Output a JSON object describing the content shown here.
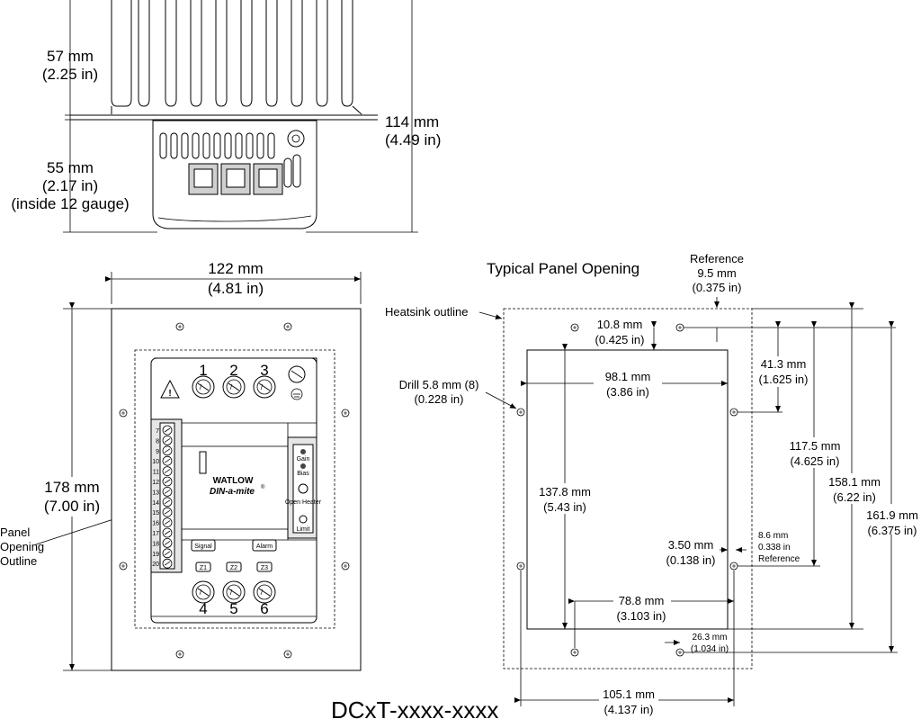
{
  "side_view": {
    "heatsink_height": [
      "57 mm",
      "(2.25 in)"
    ],
    "total_height": [
      "114 mm",
      "(4.49 in)"
    ],
    "body_height": [
      "55 mm",
      "(2.17 in)",
      "(inside 12 gauge)"
    ]
  },
  "front_view": {
    "width": [
      "122 mm",
      "(4.81 in)"
    ],
    "height": [
      "178 mm",
      "(7.00 in)"
    ],
    "panel_label": [
      "Panel",
      "Opening",
      "Outline"
    ],
    "top_terminals": [
      "1",
      "2",
      "3"
    ],
    "bottom_terminals": [
      "4",
      "5",
      "6"
    ],
    "side_terminals": [
      "7",
      "8",
      "9",
      "10",
      "11",
      "12",
      "13",
      "14",
      "15",
      "16",
      "17",
      "18",
      "19",
      "20"
    ],
    "brand": "WATLOW",
    "product": "DIN-a-mite",
    "leds": [
      "Gain",
      "Bias",
      "Open Heater",
      "Limit"
    ],
    "labels": [
      "Signal",
      "Alarm",
      "Z1",
      "Z2",
      "Z3"
    ]
  },
  "panel_opening": {
    "title": "Typical Panel Opening",
    "heatsink_label": "Heatsink outline",
    "reference": [
      "Reference",
      "9.5 mm",
      "(0.375 in)"
    ],
    "d_10_8": [
      "10.8 mm",
      "(0.425 in)"
    ],
    "d_41_3": [
      "41.3 mm",
      "(1.625 in)"
    ],
    "d_98_1": [
      "98.1 mm",
      "(3.86 in)"
    ],
    "drill": [
      "Drill 5.8 mm (8)",
      "(0.228 in)"
    ],
    "d_117_5": [
      "117.5 mm",
      "(4.625 in)"
    ],
    "d_158_1": [
      "158.1 mm",
      "(6.22 in)"
    ],
    "d_161_9": [
      "161.9 mm",
      "(6.375 in)"
    ],
    "d_137_8": [
      "137.8 mm",
      "(5.43 in)"
    ],
    "d_3_50": [
      "3.50 mm",
      "(0.138 in)"
    ],
    "d_8_6": [
      "8.6 mm",
      "0.338 in",
      "Reference"
    ],
    "d_78_8": [
      "78.8 mm",
      "(3.103 in)"
    ],
    "d_26_3": [
      "26.3 mm",
      "(1.034 in)"
    ],
    "d_105_1": [
      "105.1 mm",
      "(4.137 in)"
    ]
  },
  "part_number": "DCxT-xxxx-xxxx"
}
